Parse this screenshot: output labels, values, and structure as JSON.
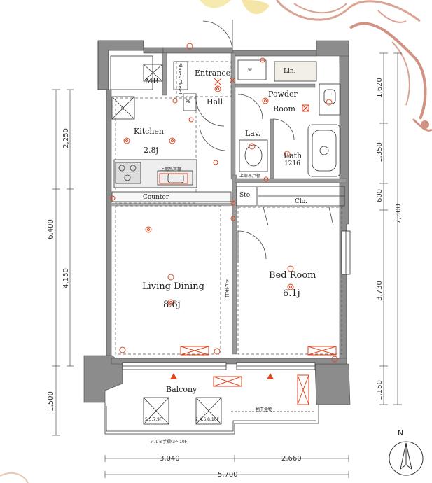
{
  "rooms": {
    "entrance": "Entrance",
    "hall": "Hall",
    "powder_room_1": "Powder",
    "powder_room_2": "Room",
    "kitchen": "Kitchen",
    "kitchen_size": "2.8j",
    "lav": "Lav.",
    "bath": "Bath",
    "bath_size": "1216",
    "living": "Living Dining",
    "living_size": "8.6j",
    "bedroom": "Bed Room",
    "bedroom_size": "6.1j",
    "balcony": "Balcony",
    "mb": "MB",
    "counter": "Counter",
    "sto": "Sto.",
    "clo": "Clo.",
    "lin": "Lin.",
    "w": "W",
    "ps": "PS",
    "shoes_closet": "Shoes Closet",
    "r_mark": "R"
  },
  "notes": {
    "upper_cabinet_kitchen": "上部吊戸棚",
    "upper_cabinet_lav": "上部吊戸棚",
    "beam": "下り天井",
    "hatch_1": "5,5,7,9F",
    "hatch_2": "2,4,6,8,10F",
    "rail": "アルミ手摺(3〜10F)",
    "drying": "物干金物"
  },
  "dimensions": {
    "left": [
      "2,250",
      "6,400",
      "4,150",
      "1,500"
    ],
    "right": [
      "1,620",
      "1,350",
      "600",
      "7,300",
      "3,730",
      "1,150"
    ],
    "bottom": [
      "3,040",
      "2,660",
      "5,700"
    ]
  },
  "compass": {
    "label": "N"
  },
  "colors": {
    "wall": "#8c8c8c",
    "wall_edge": "#444444",
    "fixture": "#e0461e",
    "flower_pink": "#c9806e",
    "flower_yellow": "#f6e7a0"
  }
}
